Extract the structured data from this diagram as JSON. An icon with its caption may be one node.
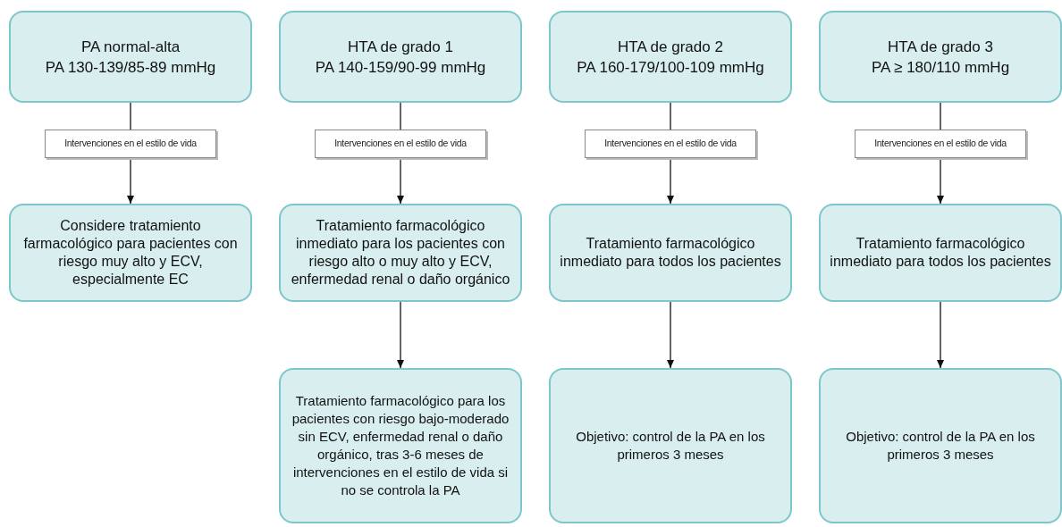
{
  "diagram": {
    "nodes": [
      {
        "text": [
          "PA normal-alta",
          "PA 130-139/85-89 mmHg"
        ]
      },
      {
        "text": [
          "Intervenciones en el estilo de vida"
        ]
      },
      {
        "text": [
          "Considere tratamiento farmacológico para pacientes con riesgo muy alto y ECV, especialmente EC"
        ]
      },
      {
        "text": [
          "HTA de grado 1",
          "PA 140-159/90-99 mmHg"
        ]
      },
      {
        "text": [
          "Intervenciones en el estilo de vida"
        ]
      },
      {
        "text": [
          "Tratamiento farmacológico inmediato para los pacientes con riesgo alto o muy alto y ECV, enfermedad renal o daño orgánico"
        ]
      },
      {
        "text": [
          "Tratamiento farmacológico para los pacientes con riesgo bajo-moderado sin ECV, enfermedad renal o daño orgánico, tras 3-6 meses de intervenciones en el estilo de vida si no se controla la PA"
        ]
      },
      {
        "text": [
          "HTA de grado 2",
          "PA 160-179/100-109 mmHg"
        ]
      },
      {
        "text": [
          "Intervenciones en el estilo de vida"
        ]
      },
      {
        "text": [
          "Tratamiento farmacológico inmediato para todos los pacientes"
        ]
      },
      {
        "text": [
          "Objetivo: control de la PA en los primeros 3 meses"
        ]
      },
      {
        "text": [
          "HTA de grado 3",
          "PA ≥ 180/110 mmHg"
        ]
      },
      {
        "text": [
          "Intervenciones en el estilo de vida"
        ]
      },
      {
        "text": [
          "Tratamiento farmacológico inmediato para todos los pacientes"
        ]
      },
      {
        "text": [
          "Objetivo: control de la PA en los primeros 3 meses"
        ]
      }
    ],
    "edges": [
      {
        "from": 0,
        "to": 1,
        "arrow": "none"
      },
      {
        "from": 1,
        "to": 2,
        "arrow": "to"
      },
      {
        "from": 3,
        "to": 4,
        "arrow": "none"
      },
      {
        "from": 4,
        "to": 5,
        "arrow": "to"
      },
      {
        "from": 5,
        "to": 6,
        "arrow": "to"
      },
      {
        "from": 7,
        "to": 8,
        "arrow": "none"
      },
      {
        "from": 8,
        "to": 9,
        "arrow": "to"
      },
      {
        "from": 9,
        "to": 10,
        "arrow": "to"
      },
      {
        "from": 11,
        "to": 12,
        "arrow": "none"
      },
      {
        "from": 12,
        "to": 13,
        "arrow": "to"
      },
      {
        "from": 13,
        "to": 14,
        "arrow": "to"
      }
    ]
  }
}
